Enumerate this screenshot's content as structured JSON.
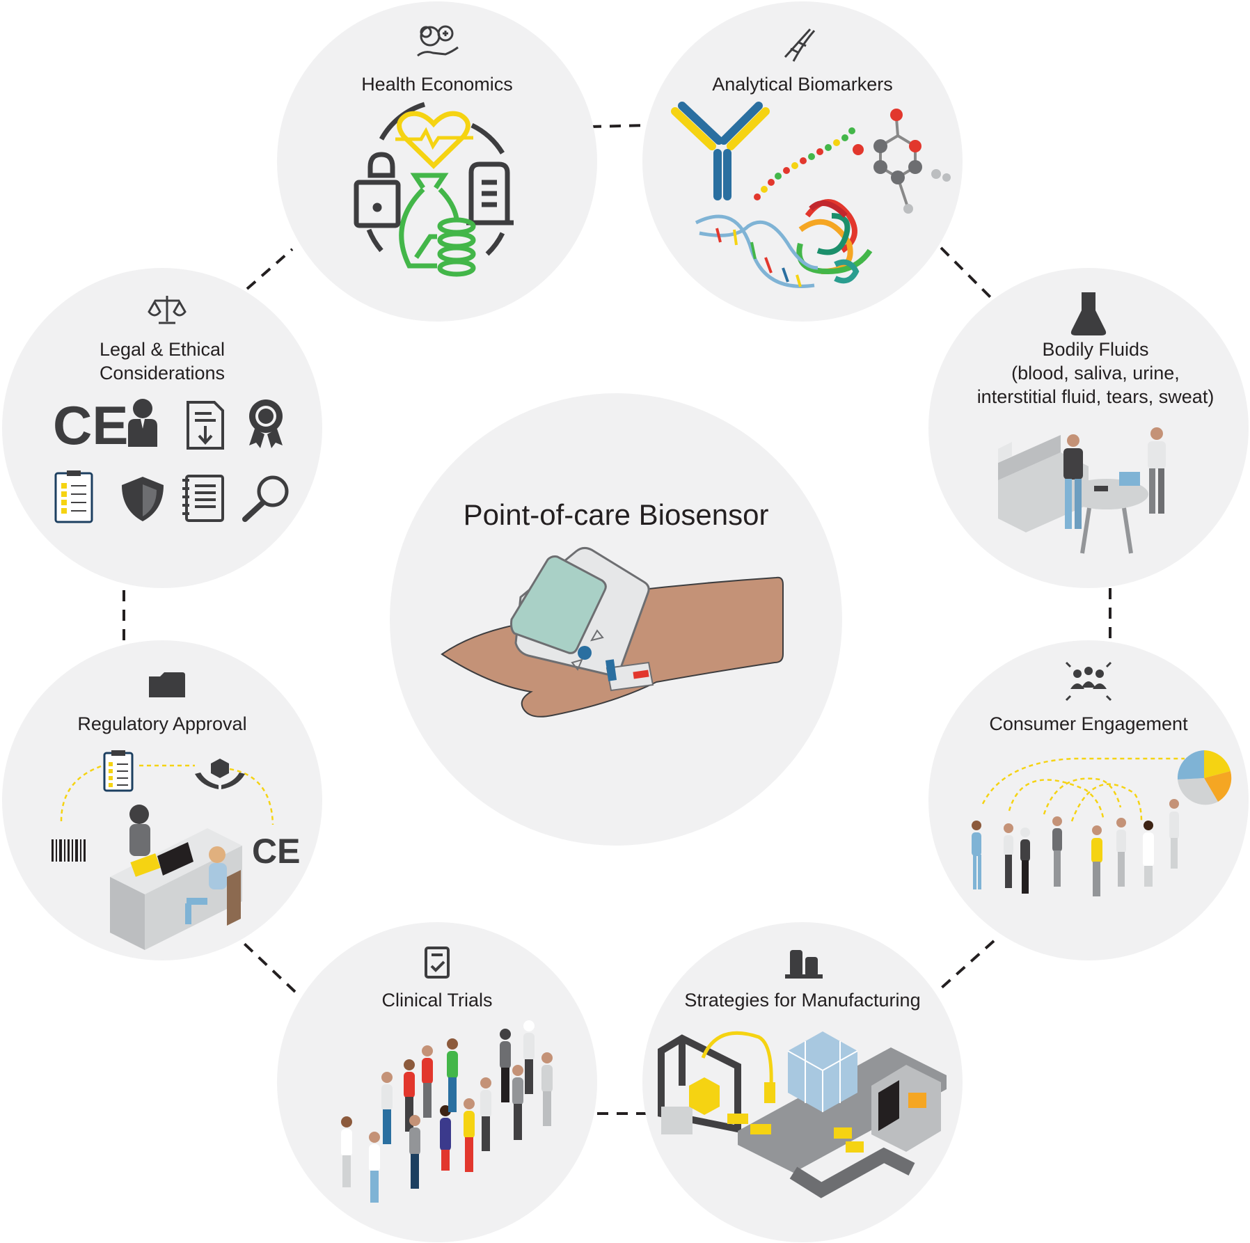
{
  "center": {
    "title": "Point-of-care Biosensor"
  },
  "nodes": [
    {
      "id": "health-economics",
      "title": "Health Economics",
      "icon": "coins-hand-icon"
    },
    {
      "id": "analytical-biomarkers",
      "title": "Analytical Biomarkers",
      "icon": "dna-icon"
    },
    {
      "id": "bodily-fluids",
      "title": "Bodily Fluids\n(blood, saliva, urine,\ninterstitial fluid, tears, sweat)",
      "icon": "flask-icon"
    },
    {
      "id": "consumer-engagement",
      "title": "Consumer Engagement",
      "icon": "group-icon"
    },
    {
      "id": "strategies-manufacturing",
      "title": "Strategies for Manufacturing",
      "icon": "factory-icon"
    },
    {
      "id": "clinical-trials",
      "title": "Clinical Trials",
      "icon": "clipboard-check-icon"
    },
    {
      "id": "regulatory-approval",
      "title": "Regulatory Approval",
      "icon": "folder-icon"
    },
    {
      "id": "legal-ethical",
      "title": "Legal & Ethical\nConsiderations",
      "icon": "scales-icon"
    }
  ],
  "marks": {
    "ce": "CE"
  },
  "colors": {
    "circle_fill": "#f1f1f2",
    "connector": "#231f20",
    "icon_gray": "#3d3d3f",
    "accent_yellow": "#f5d312",
    "accent_green": "#43b649",
    "accent_blue": "#2a6fa0",
    "skin": "#c49277"
  }
}
